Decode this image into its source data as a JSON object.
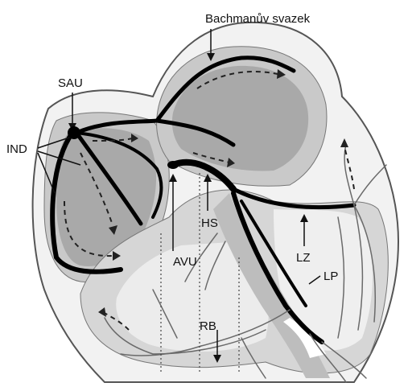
{
  "labels": {
    "bachmann": "Bachmanův svazek",
    "sau": "SAU",
    "ind": "IND",
    "hs": "HS",
    "avu": "AVU",
    "lz": "LZ",
    "lp": "LP",
    "rb": "RB"
  },
  "colors": {
    "outer_fill": "#f2f2f2",
    "outline": "#555555",
    "wall_fill": "#c9c9c9",
    "chamber_fill": "#a9a9a9",
    "pathway": "#000000",
    "branch": "#6a6a6a"
  }
}
